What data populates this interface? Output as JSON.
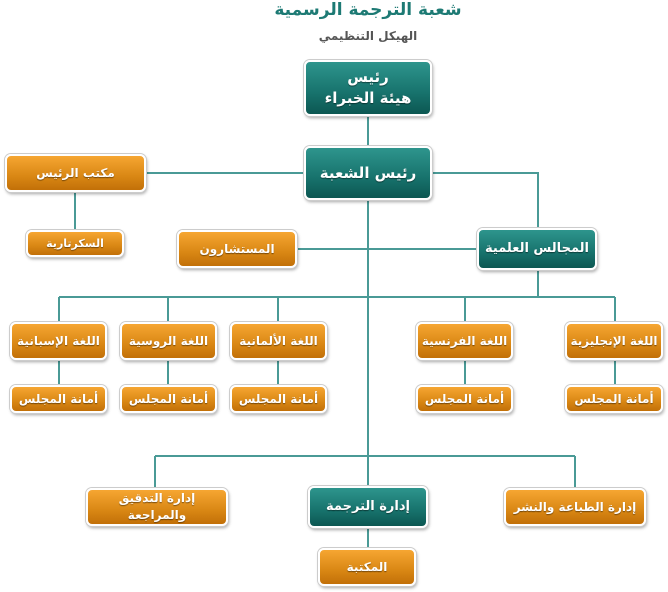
{
  "title": "شعبة الترجمة الرسمية",
  "subtitle": "الهيكل التنظيمي",
  "nodes": {
    "experts": "رئيس\nهيئة الخبراء",
    "head": "رئيس الشعبة",
    "office": "مكتب الرئيس",
    "secretary": "السكرتارية",
    "advisors": "المستشارون",
    "councils": "المجالس العلمية",
    "spanish": "اللغة الإسبانية",
    "russian": "اللغة الروسية",
    "german": "اللغة الألمانية",
    "french": "اللغة الفرنسية",
    "english": "اللغة الإنجليزية",
    "secretariat": "أمانة المجلس",
    "audit": "إدارة التدقيق والمراجعة",
    "translation": "إدارة الترجمة",
    "printing": "إدارة الطباعة والنشر",
    "library": "المكتبة"
  },
  "colors": {
    "teal": "#17726c",
    "orange": "#d98714",
    "line": "#4a9a96"
  }
}
